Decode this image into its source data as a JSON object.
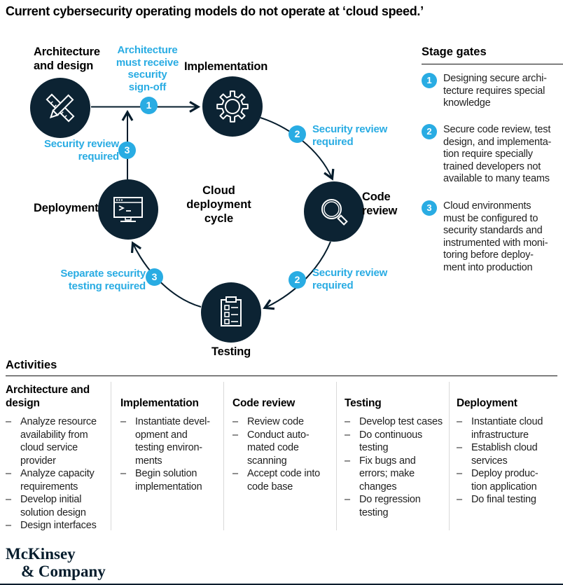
{
  "title": "Current cybersecurity operating models do not operate at ‘cloud speed.’",
  "colors": {
    "navy": "#0C2333",
    "cyan": "#29ACE3"
  },
  "cycle": {
    "center_label": "Cloud\ndeployment\ncycle",
    "stages": [
      {
        "label": "Architecture\nand design",
        "icon": "pencil-ruler-icon"
      },
      {
        "label": "Implementation",
        "icon": "gear-icon"
      },
      {
        "label": "Code\nreview",
        "icon": "magnifier-icon"
      },
      {
        "label": "Testing",
        "icon": "clipboard-checklist-icon"
      },
      {
        "label": "Deployment",
        "icon": "terminal-monitor-icon"
      }
    ],
    "gates": [
      {
        "number": "1",
        "note": "Architecture\nmust receive\nsecurity\nsign-off"
      },
      {
        "number": "2",
        "note": "Security review\nrequired"
      },
      {
        "number": "2",
        "note": "Security review\nrequired"
      },
      {
        "number": "3",
        "note": "Separate security\ntesting required"
      },
      {
        "number": "3",
        "note": "Security review\nrequired"
      }
    ]
  },
  "stage_gates": {
    "title": "Stage gates",
    "items": [
      {
        "number": "1",
        "text": "Designing secure archi-\ntecture requires special\nknowledge"
      },
      {
        "number": "2",
        "text": "Secure code review, test\ndesign, and implementa-\ntion require specially\ntrained developers not\navailable to many teams"
      },
      {
        "number": "3",
        "text": "Cloud environments\nmust be configured to\nsecurity standards and\ninstrumented with moni-\ntoring before deploy-\nment into production"
      }
    ]
  },
  "activities": {
    "title": "Activities",
    "dash": "–",
    "columns": [
      {
        "header": "Architecture and\ndesign",
        "items": [
          "Analyze resource\navailability from\ncloud service\nprovider",
          "Analyze capacity\nrequirements",
          "Develop initial\nsolution design",
          "Design interfaces"
        ]
      },
      {
        "header": "Implementation",
        "items": [
          "Instantiate devel-\nopment and\ntesting environ-\nments",
          "Begin solution\nimplementation"
        ]
      },
      {
        "header": "Code review",
        "items": [
          "Review code",
          "Conduct auto-\nmated code\nscanning",
          "Accept code into\ncode base"
        ]
      },
      {
        "header": "Testing",
        "items": [
          "Develop test cases",
          "Do continuous\ntesting",
          "Fix bugs and\nerrors; make\nchanges",
          "Do regression\ntesting"
        ]
      },
      {
        "header": "Deployment",
        "items": [
          "Instantiate cloud\ninfrastructure",
          "Establish cloud\nservices",
          "Deploy produc-\ntion application",
          "Do final testing"
        ]
      }
    ]
  },
  "footer": {
    "logo_line1": "McKinsey",
    "logo_line2": "& Company"
  }
}
